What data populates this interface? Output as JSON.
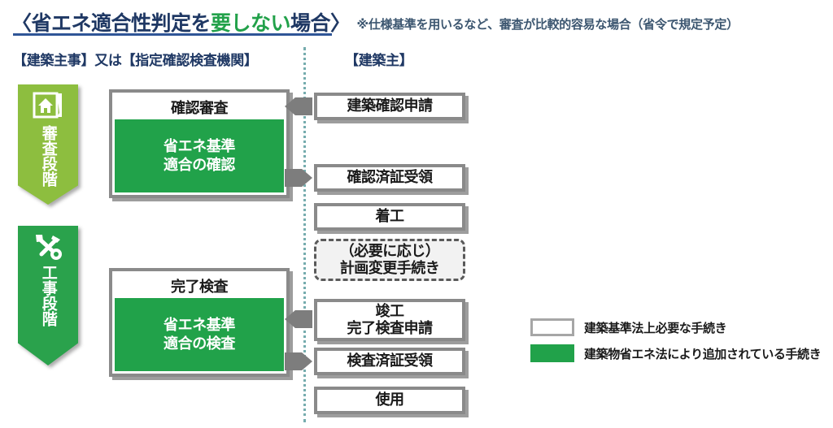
{
  "header": {
    "title_prefix": "〈省エネ適合性判定を",
    "title_highlight": "要しない",
    "title_suffix": "場合〉",
    "note": "※仕様基準を用いるなど、審査が比較的容易な場合（省令で規定予定）"
  },
  "columns": {
    "left_header": "【建築主事】又は【指定確認検査機関】",
    "right_header": "【建築主】"
  },
  "stages": [
    {
      "icon": "house-blueprint-icon",
      "label": "審査段階",
      "color": "#8dbe3f"
    },
    {
      "icon": "tools-icon",
      "label": "工事段階",
      "color": "#2aa24c"
    }
  ],
  "left_boxes": [
    {
      "head": "確認審査",
      "body": "省エネ基準\n適合の確認"
    },
    {
      "head": "完了検査",
      "body": "省エネ基準\n適合の検査"
    }
  ],
  "right_boxes": [
    {
      "label": "建築確認申請",
      "style": "solid"
    },
    {
      "label": "確認済証受領",
      "style": "solid"
    },
    {
      "label": "着工",
      "style": "solid"
    },
    {
      "label": "（必要に応じ）\n計画変更手続き",
      "style": "dashed"
    },
    {
      "label": "竣工\n完了検査申請",
      "style": "solid"
    },
    {
      "label": "検査済証受領",
      "style": "solid"
    },
    {
      "label": "使用",
      "style": "solid"
    }
  ],
  "legend": {
    "items": [
      {
        "swatch": "white",
        "text": "建築基準法上必要な手続き"
      },
      {
        "swatch": "green",
        "text": "建築物省エネ法により追加されている手続き"
      }
    ]
  },
  "colors": {
    "title_navy": "#1f3864",
    "accent_green": "#22a14a",
    "stage_light_green": "#8dbe3f",
    "stage_dark_green": "#2aa24c",
    "box_green": "#21a24a",
    "box_border_gray": "#8a8a8a",
    "divider_teal": "#5f9ea0"
  }
}
